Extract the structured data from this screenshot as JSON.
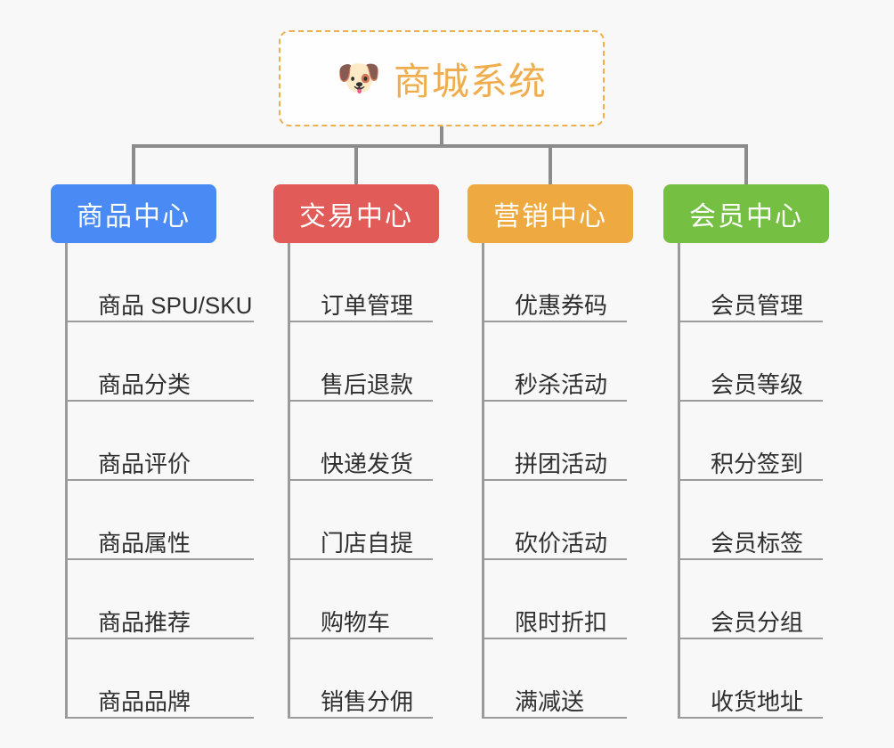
{
  "root": {
    "icon": "dog-face-emoji",
    "icon_glyph": "🐶",
    "title": "商城系统",
    "title_color": "#f0ad4e",
    "border_style": "dashed"
  },
  "colors": {
    "background": "#f8f8f8",
    "connector": "#8c8c8c",
    "leaf_line": "#9b9b9b",
    "leaf_text": "#2f2f2f",
    "blue": "#4a8af4",
    "red": "#e15b59",
    "orange": "#eeaa41",
    "green": "#75c043"
  },
  "columns": [
    {
      "id": "product-center",
      "label": "商品中心",
      "color": "#4a8af4",
      "leaves": [
        {
          "label": "商品 SPU/SKU"
        },
        {
          "label": "商品分类"
        },
        {
          "label": "商品评价"
        },
        {
          "label": "商品属性"
        },
        {
          "label": "商品推荐"
        },
        {
          "label": "商品品牌"
        }
      ]
    },
    {
      "id": "trade-center",
      "label": "交易中心",
      "color": "#e15b59",
      "leaves": [
        {
          "label": "订单管理"
        },
        {
          "label": "售后退款"
        },
        {
          "label": "快递发货"
        },
        {
          "label": "门店自提"
        },
        {
          "label": "购物车"
        },
        {
          "label": "销售分佣"
        }
      ]
    },
    {
      "id": "marketing-center",
      "label": "营销中心",
      "color": "#eeaa41",
      "leaves": [
        {
          "label": "优惠券码"
        },
        {
          "label": "秒杀活动"
        },
        {
          "label": "拼团活动"
        },
        {
          "label": "砍价活动"
        },
        {
          "label": "限时折扣"
        },
        {
          "label": "满减送"
        }
      ]
    },
    {
      "id": "member-center",
      "label": "会员中心",
      "color": "#75c043",
      "leaves": [
        {
          "label": "会员管理"
        },
        {
          "label": "会员等级"
        },
        {
          "label": "积分签到"
        },
        {
          "label": "会员标签"
        },
        {
          "label": "会员分组"
        },
        {
          "label": "收货地址"
        }
      ]
    }
  ]
}
